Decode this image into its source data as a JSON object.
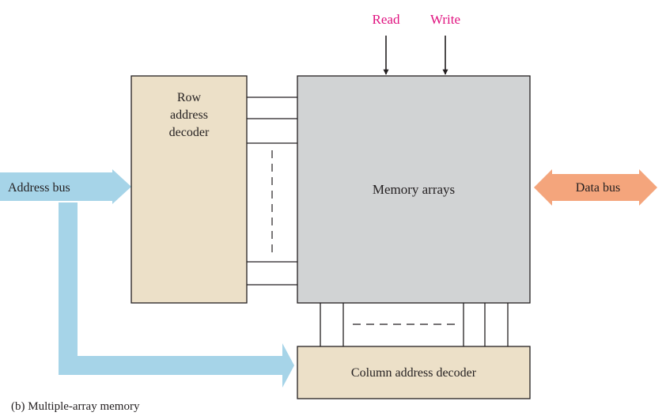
{
  "labels": {
    "read": "Read",
    "write": "Write",
    "row_decoder_line1": "Row",
    "row_decoder_line2": "address",
    "row_decoder_line3": "decoder",
    "memory_arrays": "Memory arrays",
    "address_bus": "Address bus",
    "data_bus": "Data bus",
    "column_decoder": "Column address decoder",
    "caption": "(b) Multiple-array memory"
  },
  "colors": {
    "signal_text": "#e0117f",
    "decoder_fill": "#ece0c8",
    "memory_fill": "#d1d3d4",
    "address_bus_fill": "#a6d4e8",
    "data_bus_fill": "#f4a57c",
    "stroke": "#231f20"
  }
}
